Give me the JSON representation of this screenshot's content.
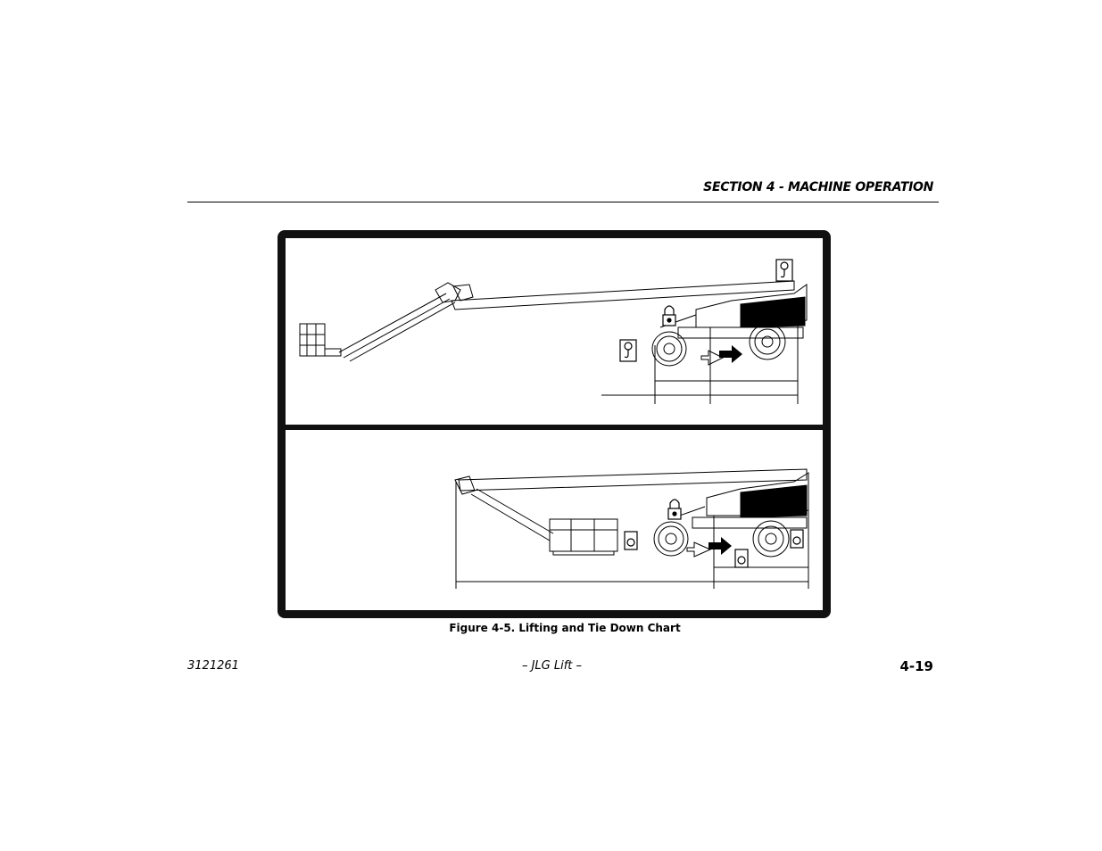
{
  "header": {
    "section_title": "SECTION 4 - MACHINE OPERATION"
  },
  "figure": {
    "caption": "Figure 4-5. Lifting and Tie Down Chart",
    "panels": [
      {
        "name": "lifting-view",
        "icons": [
          "lift-hook-icon",
          "lock-icon",
          "lift-hook-icon",
          "direction-arrow-icon"
        ]
      },
      {
        "name": "tie-down-view",
        "icons": [
          "lock-icon",
          "tie-down-icon",
          "tie-down-icon",
          "tie-down-icon",
          "direction-arrow-icon"
        ]
      }
    ]
  },
  "footer": {
    "doc_number": "3121261",
    "center_text": "– JLG Lift –",
    "page_number": "4-19"
  }
}
